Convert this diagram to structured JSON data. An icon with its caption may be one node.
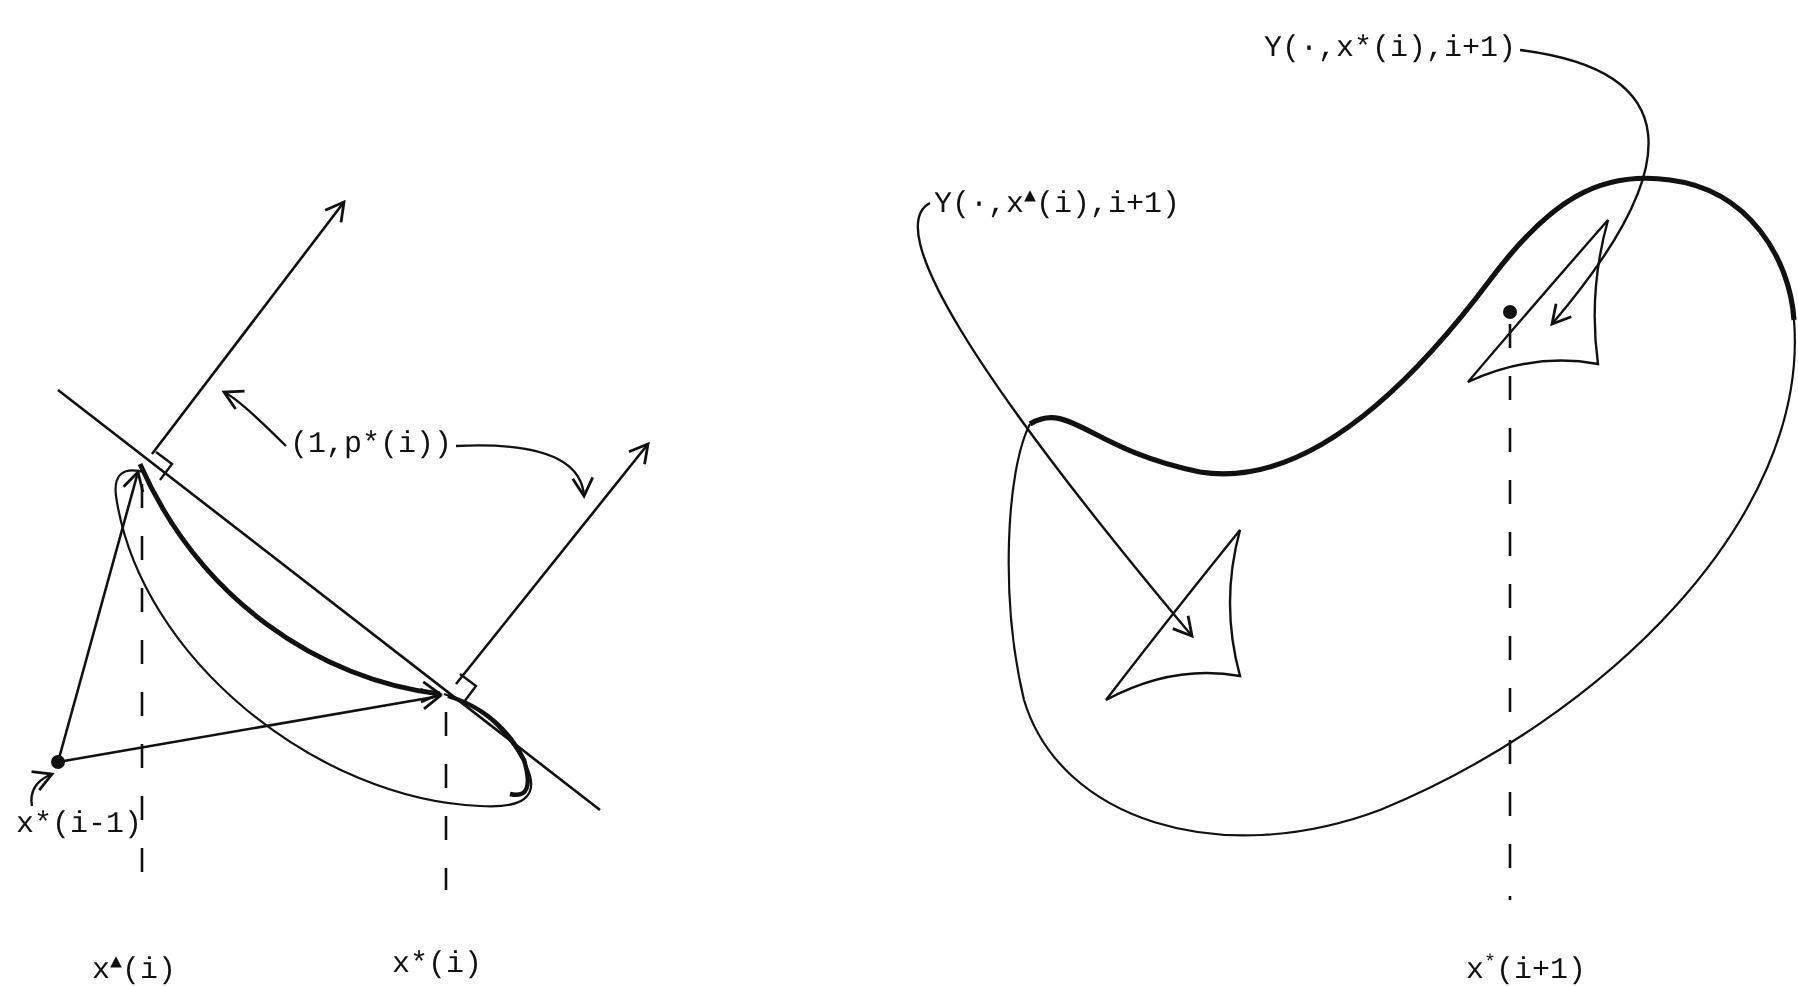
{
  "diagram": {
    "nodes": [
      {
        "text": [
          "(1,p*(i))"
        ]
      },
      {
        "text": [
          "x*(i-1)"
        ]
      },
      {
        "text": [],
        "shape": "circle"
      },
      {
        "text": [
          "Y(·,x$^{▲}$(i),i+1)"
        ]
      },
      {
        "text": [],
        "shape": "triangle"
      },
      {
        "text": [
          "Y(·,x*(i),i+1)"
        ]
      },
      {
        "text": [],
        "shape": "triangle"
      }
    ],
    "edges": [
      {
        "from": 0,
        "to": null,
        "arrow": "to"
      },
      {
        "from": 0,
        "to": null,
        "arrow": "to"
      },
      {
        "from": 1,
        "to": 2,
        "arrow": "to"
      },
      {
        "from": 3,
        "to": 4,
        "arrow": "to"
      },
      {
        "from": 5,
        "to": 6,
        "arrow": "to"
      }
    ],
    "labels": [
      "x$^{▲}$(i)",
      "x*(i)",
      "x$^{*}$(i+1)"
    ]
  }
}
